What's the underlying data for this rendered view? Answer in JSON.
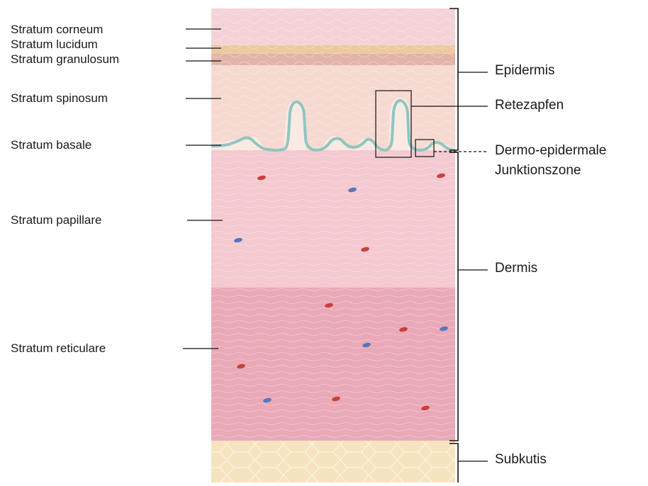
{
  "left_labels": [
    "Stratum corneum",
    "Stratum lucidum",
    "Stratum granulosum",
    "Stratum spinosum",
    "Stratum basale",
    "Stratum papillare",
    "Stratum reticulare"
  ],
  "right_labels": {
    "epidermis": "Epidermis",
    "rete": "Retezapfen",
    "junction_line1": "Dermo-epidermale",
    "junction_line2": "Junktionszone",
    "dermis": "Dermis",
    "subcutis": "Subkutis"
  },
  "colors": {
    "corneum": "#f3d3d6",
    "lucidum": "#ecc9a0",
    "granulosum": "#e2b3a8",
    "spinosum": "#f6d9d0",
    "basement": "#8fc6bf",
    "papillare": "#f4c9cf",
    "reticulare": "#eaa9b7",
    "subcutis": "#f6e3bf",
    "vessel_red": "#c9403b",
    "vessel_blue": "#5577c0",
    "line": "#111111"
  }
}
